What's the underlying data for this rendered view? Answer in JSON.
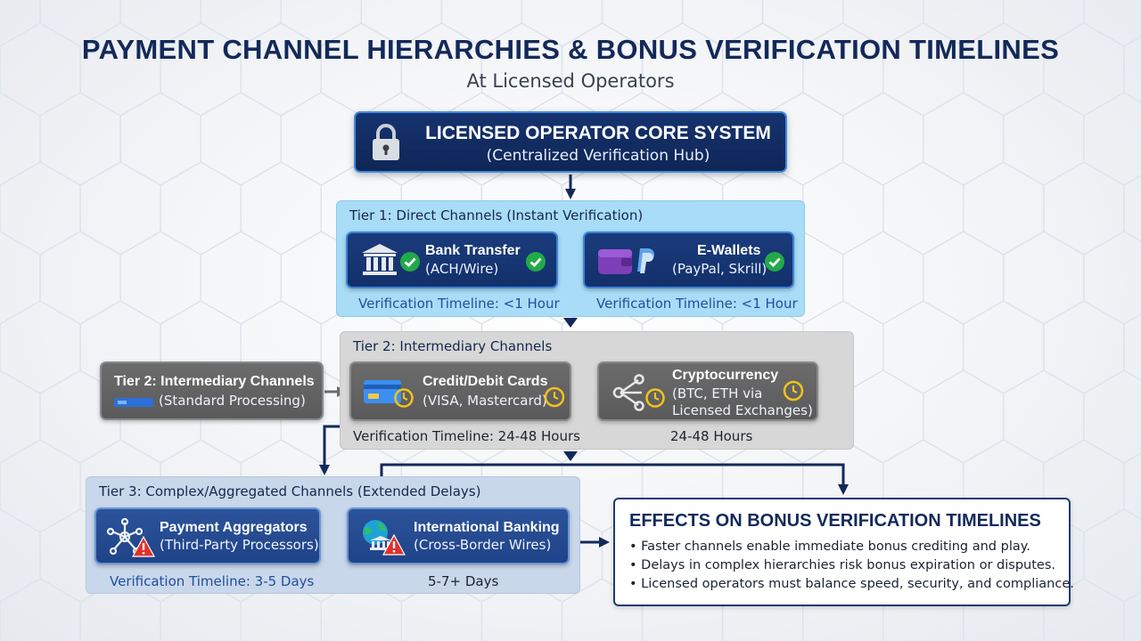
{
  "header": {
    "title": "PAYMENT CHANNEL HIERARCHIES & BONUS VERIFICATION TIMELINES",
    "subtitle": "At Licensed Operators"
  },
  "core": {
    "title": "LICENSED OPERATOR CORE SYSTEM",
    "subtitle": "(Centralized Verification Hub)",
    "icon": "lock-icon"
  },
  "tier1": {
    "title": "Tier 1: Direct Channels (Instant Verification)",
    "cards": [
      {
        "name": "Bank Transfer",
        "detail": "(ACH/Wire)",
        "icon": "bank-icon",
        "status": "check-icon",
        "timeline": "Verification Timeline: <1 Hour"
      },
      {
        "name": "E-Wallets",
        "detail": "(PayPal, Skrill)",
        "icon": "wallet-icon",
        "status": "check-icon",
        "timeline": "Verification Timeline: <1 Hour"
      }
    ]
  },
  "tier2": {
    "title": "Tier 2: Intermediary Channels",
    "side_card": {
      "name": "Tier 2: Intermediary Channels",
      "detail": "(Standard Processing)",
      "icon": "card-reader-icon"
    },
    "cards": [
      {
        "name": "Credit/Debit Cards",
        "detail": "(VISA, Mastercard)",
        "icon": "credit-card-icon",
        "status": "clock-icon",
        "timeline": "Verification Timeline: 24-48 Hours"
      },
      {
        "name": "Cryptocurrency",
        "detail_lines": [
          "(BTC, ETH via",
          "Licensed Exchanges)"
        ],
        "icon": "share-network-icon",
        "status": "clock-icon",
        "timeline": "24-48 Hours"
      }
    ]
  },
  "tier3": {
    "title": "Tier 3: Complex/Aggregated Channels (Extended Delays)",
    "cards": [
      {
        "name": "Payment Aggregators",
        "detail": "(Third-Party Processors)",
        "icon": "network-hub-icon",
        "status": "warning-icon",
        "timeline": "Verification Timeline: 3-5 Days"
      },
      {
        "name": "International Banking",
        "detail": "(Cross-Border Wires)",
        "icon": "globe-bank-icon",
        "status": "warning-icon",
        "timeline": "5-7+ Days"
      }
    ]
  },
  "effects": {
    "title": "EFFECTS ON BONUS VERIFICATION TIMELINES",
    "items": [
      "Faster channels enable immediate bonus crediting and play.",
      "Delays in complex hierarchies risk bonus expiration or disputes.",
      "Licensed operators must balance speed, security, and compliance."
    ]
  },
  "colors": {
    "navy": "#13295a",
    "tier1_bg": "#a9dcf6",
    "tier2_bg": "#d7d7d7",
    "tier3_bg": "#c9d7ea",
    "check_green": "#22a94a",
    "clock_yellow": "#f2c21b",
    "warning_red": "#e0322c"
  }
}
